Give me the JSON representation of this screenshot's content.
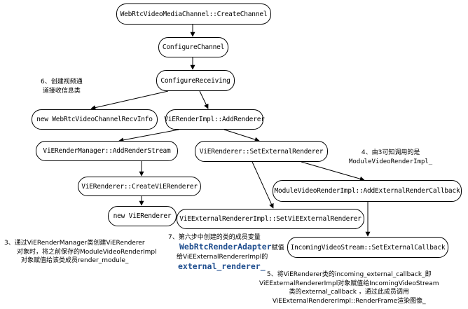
{
  "nodes": {
    "create_channel": "WebRtcVideoMediaChannel::CreateChannel",
    "configure_channel": "ConfigureChannel",
    "configure_receiving": "ConfigureReceiving",
    "recv_info": "new WebRtcVideoChannelRecvInfo",
    "add_renderer": "ViERenderImpl::AddRenderer",
    "add_render_stream": "ViERenderManager::AddRenderStream",
    "set_external_renderer": "ViERenderer::SetExternalRenderer",
    "create_vie_renderer": "ViERenderer::CreateViERenderer",
    "add_external_render_callback": "ModuleVideoRenderImpl::AddExternalRenderCallback",
    "new_vie_renderer": "new ViERenderer",
    "set_vie_external_renderer": "ViEExternalRendererImpl::SetViEExternalRenderer",
    "set_external_callback": "IncomingVideoStream::SetExternalCallback"
  },
  "notes": {
    "n6_line1": "6、创建视频通",
    "n6_line2": "道接收信息类",
    "n4_line1": "4、由3可知调用的是",
    "n4_line2": "ModuleVideoRenderImpl_",
    "n3_line1": "3、通过ViERenderManager类创建ViERenderer",
    "n3_line2": "对象时，将之前保存的ModuleVideoRenderImpl",
    "n3_line3": "对象赋值给该类成员render_module_",
    "n7_line1": "7、第六步中创建的类的成员变量",
    "n7_highlight1": "WebRtcRenderAdapter",
    "n7_line2_suffix": "赋值",
    "n7_line3": "给ViEExternalRendererImpl的",
    "n7_highlight2": "external_renderer_",
    "n5_line1": "5、将ViERenderer类的incoming_external_callback_即",
    "n5_line2": "ViEExternalRendererImpl对象赋值给IncomingVideoStream",
    "n5_line3": "类的external_callback ，通过此成员调用",
    "n5_line4": "ViEExternalRendererImpl::RenderFrame渲染图像_"
  },
  "colors": {
    "stroke": "#000000",
    "highlight_text": "#1f4e8f",
    "background": "#ffffff"
  }
}
